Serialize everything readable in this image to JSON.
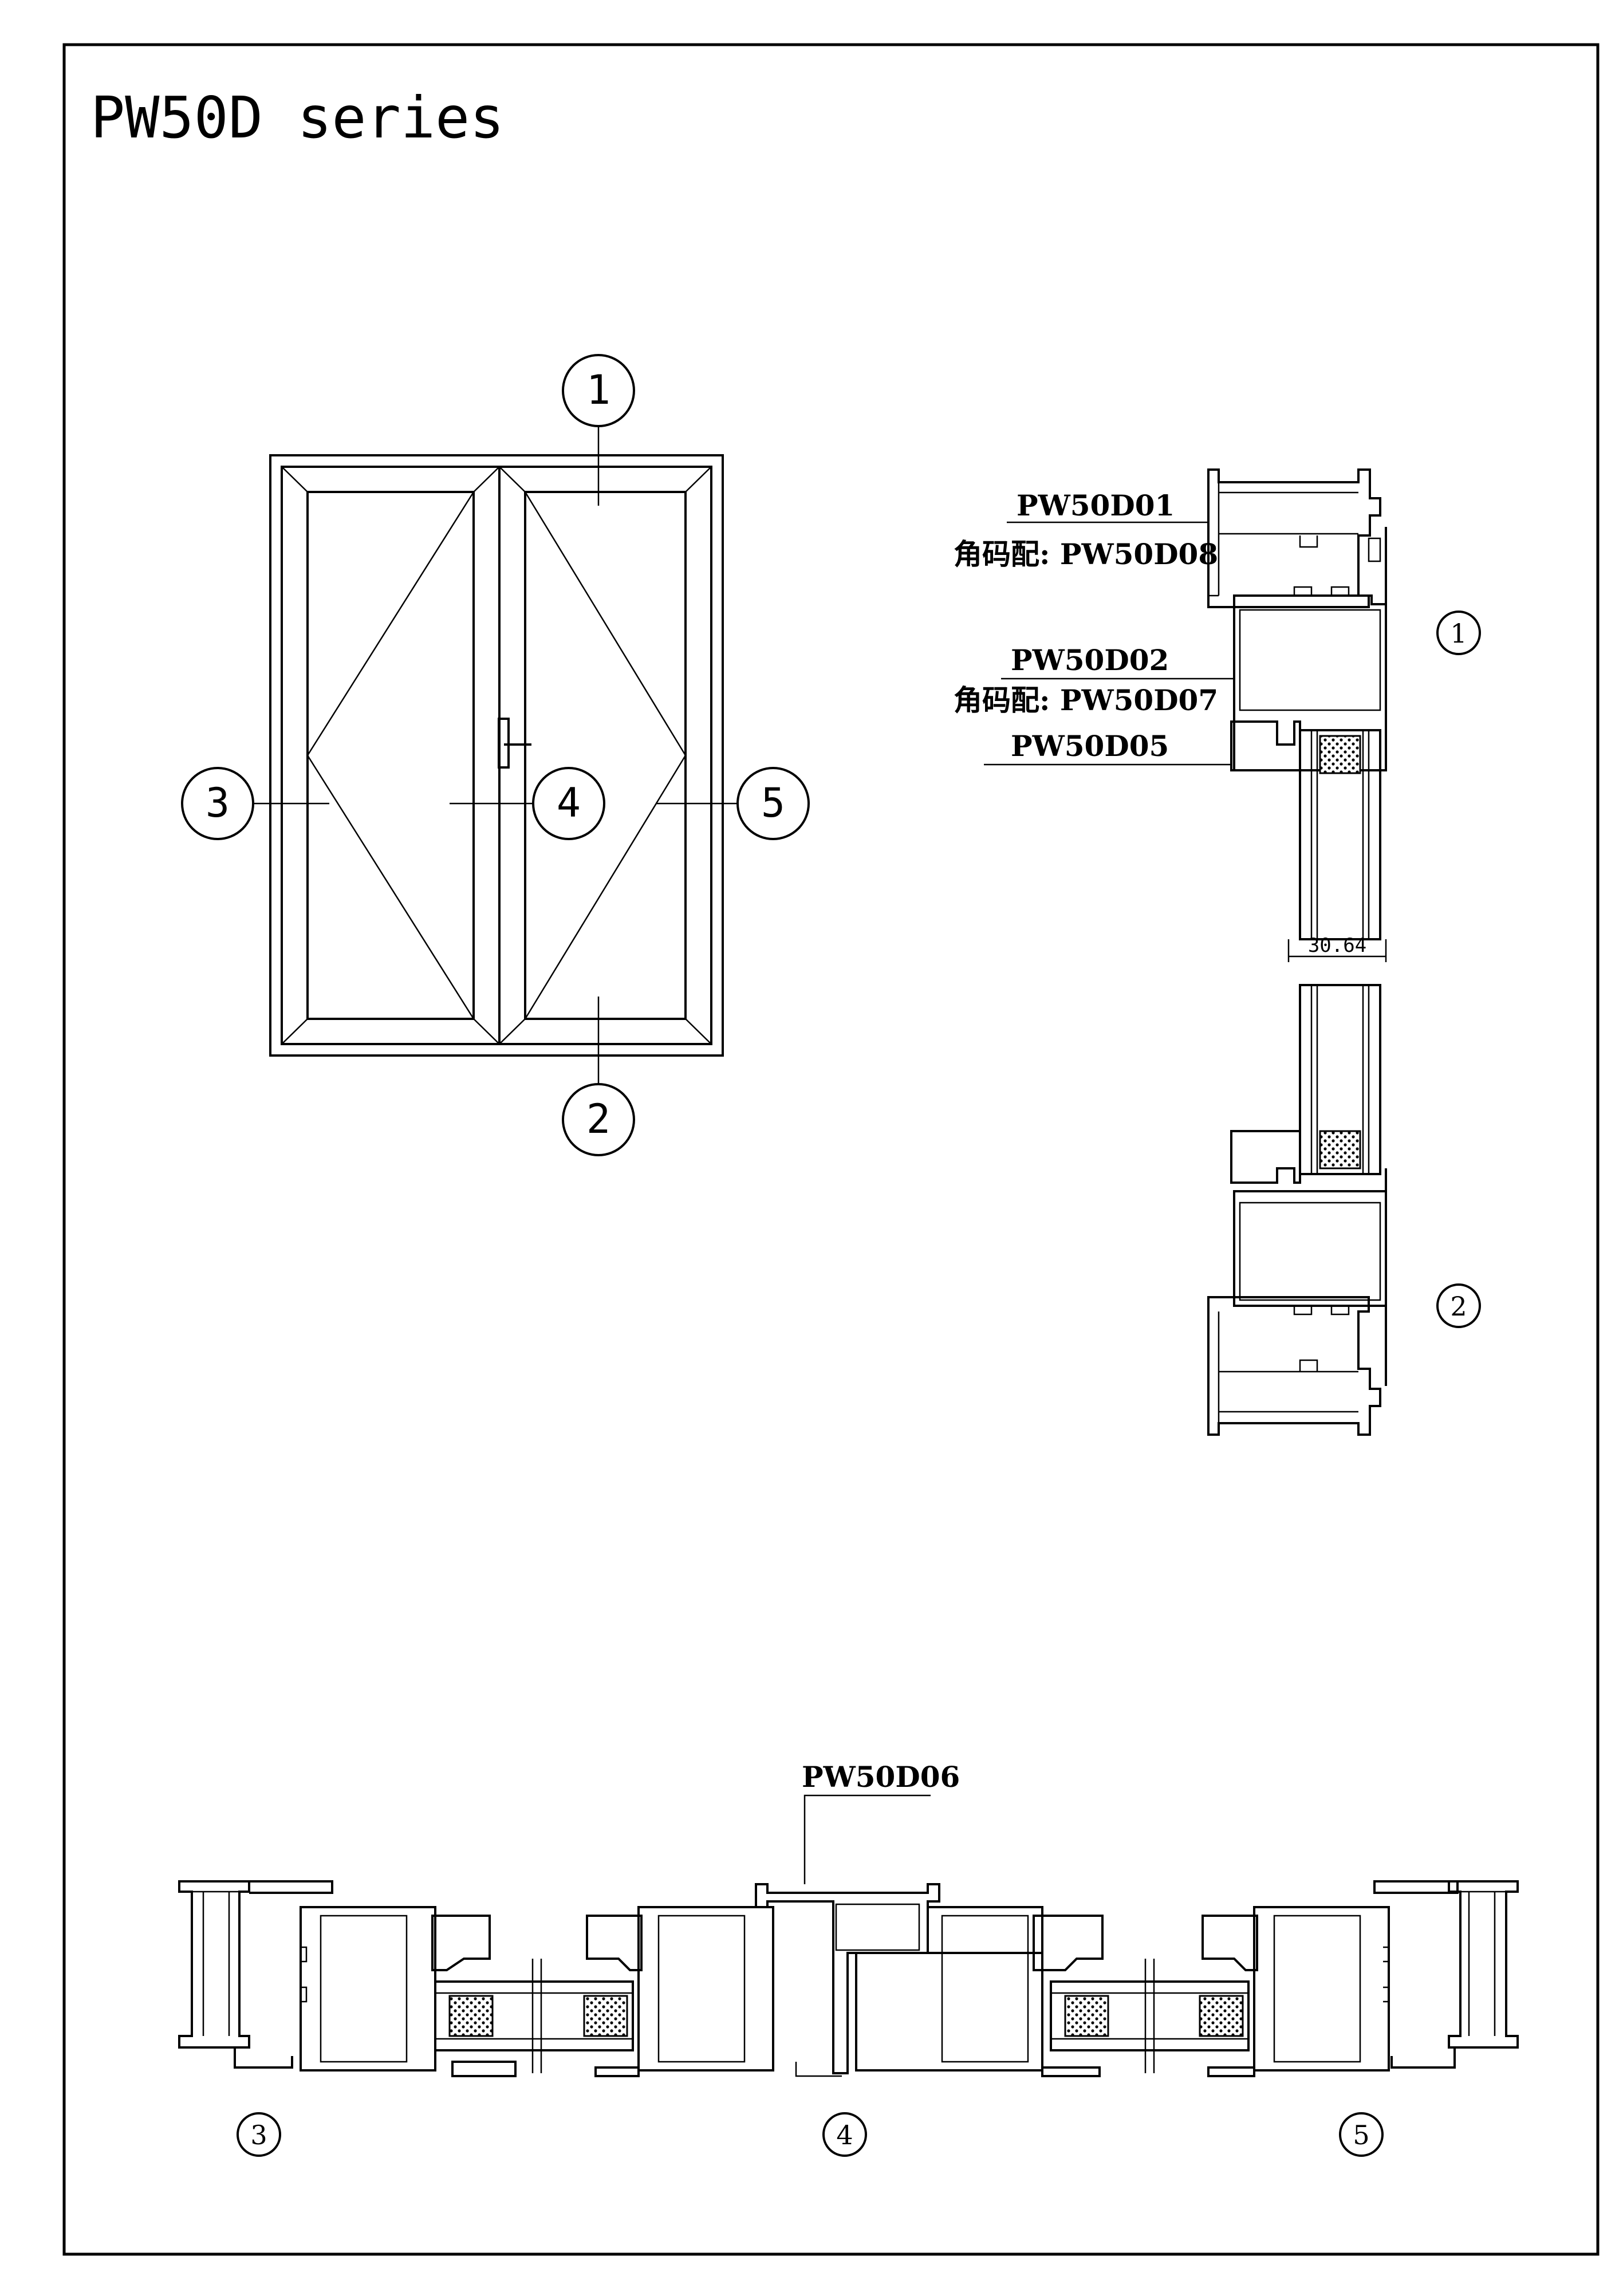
{
  "title": "PW50D series",
  "elevation": {
    "callouts": [
      "1",
      "2",
      "3",
      "4",
      "5"
    ]
  },
  "vertical_section": {
    "labels": {
      "frame_profile": "PW50D01",
      "frame_corner": "角码配: PW50D08",
      "sash_profile": "PW50D02",
      "sash_corner": "角码配: PW50D07",
      "bead_profile": "PW50D05"
    },
    "dimension": "30.64",
    "markers": [
      "1",
      "2"
    ]
  },
  "horizontal_section": {
    "label": "PW50D06",
    "markers": [
      "3",
      "4",
      "5"
    ]
  }
}
